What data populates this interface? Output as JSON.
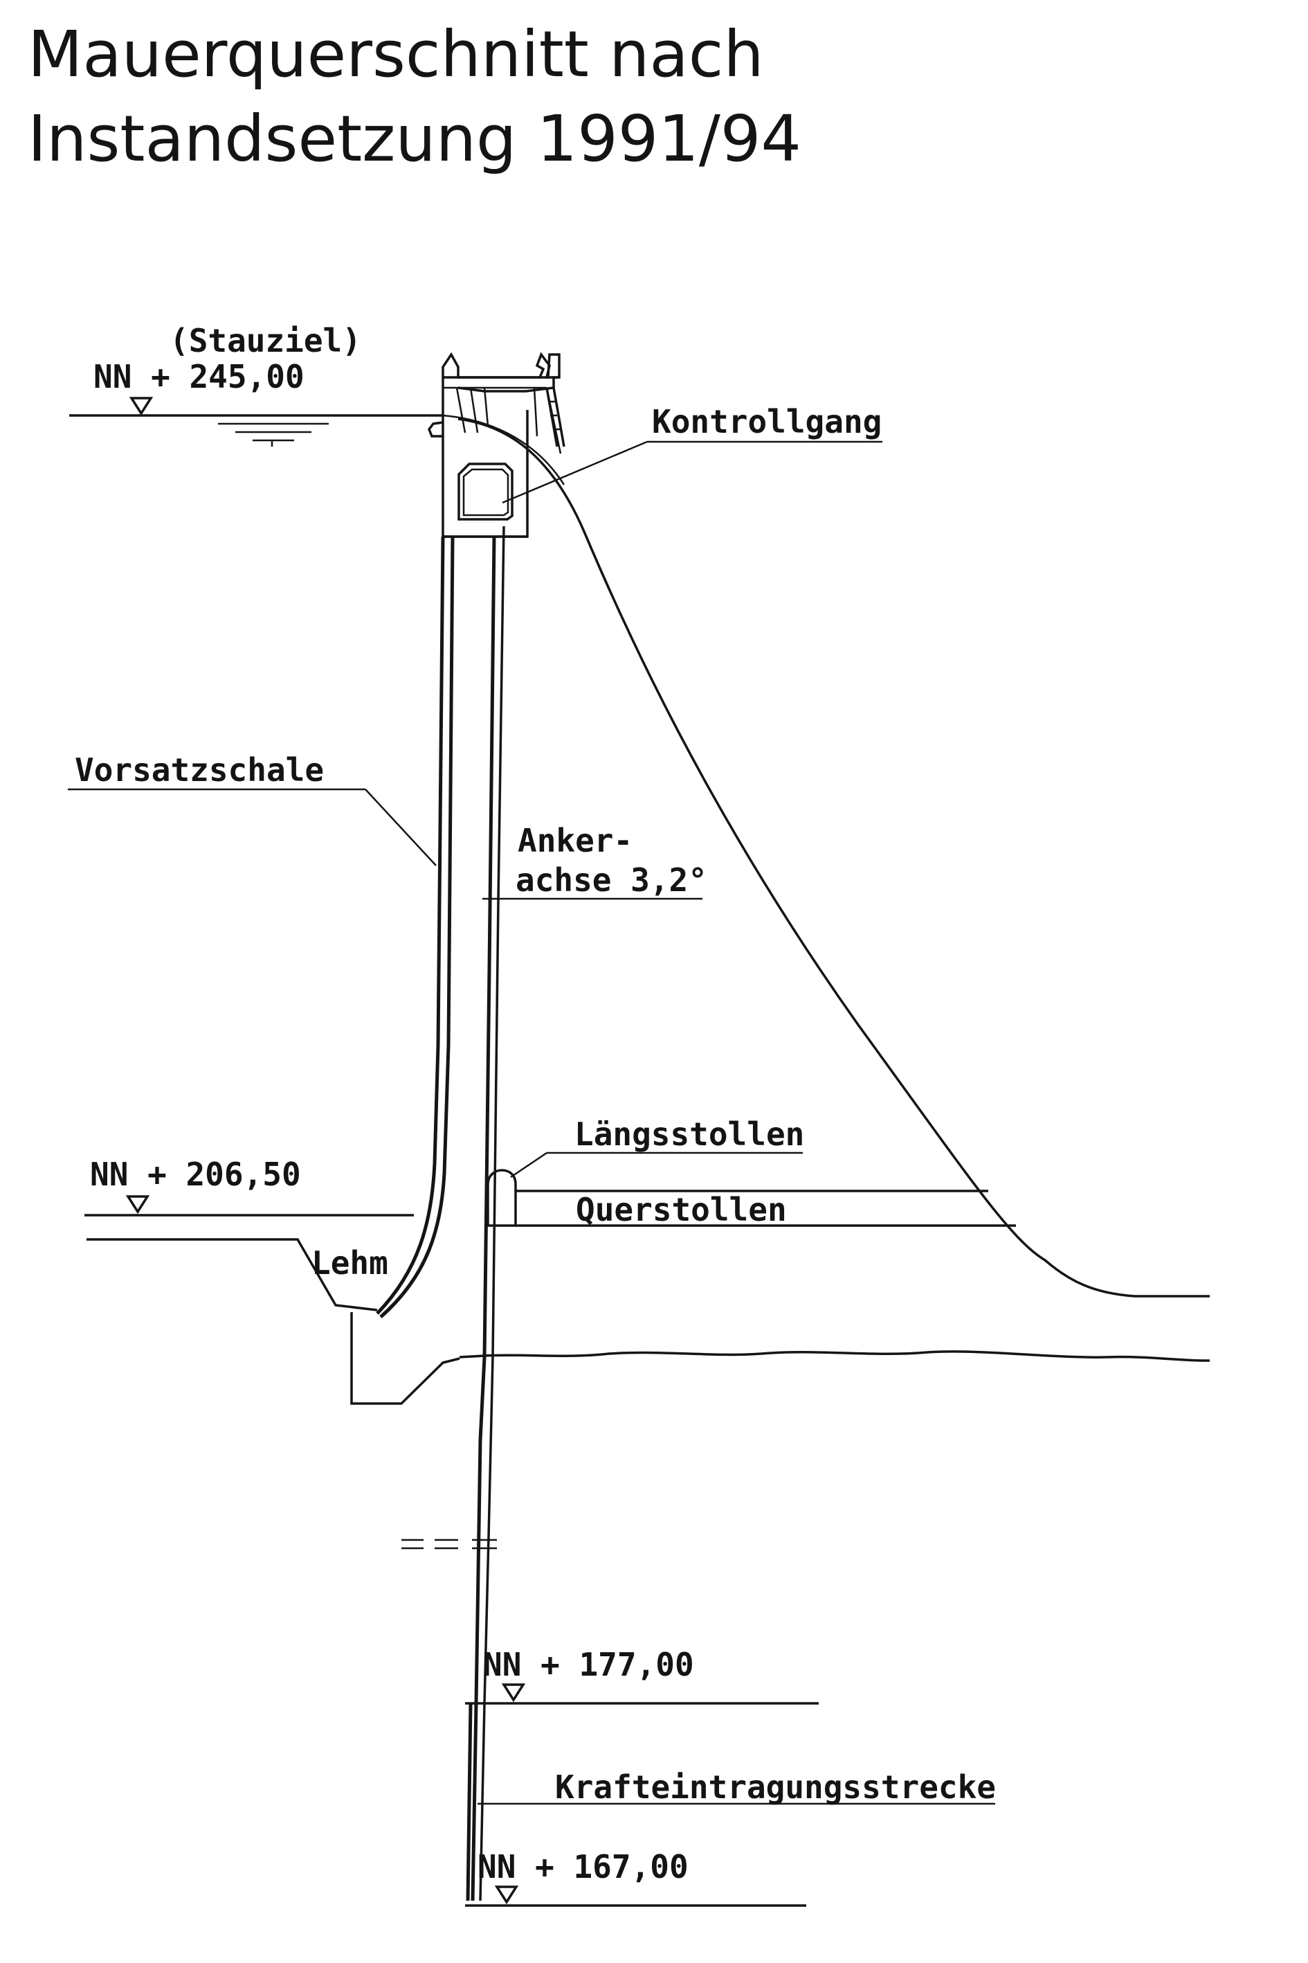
{
  "title": {
    "line1": "Mauerquerschnitt nach",
    "line2": "Instandsetzung 1991/94"
  },
  "labels": {
    "stauziel": "(Stauziel)",
    "level_245": "NN + 245,00",
    "kontrollgang": "Kontrollgang",
    "vorsatzschale": "Vorsatzschale",
    "anker_line1": "Anker-",
    "anker_line2": "achse 3,2°",
    "laengsstollen": "Längsstollen",
    "querstollen": "Querstollen",
    "level_206": "NN + 206,50",
    "lehm": "Lehm",
    "level_177": "NN + 177,00",
    "krafteintragung": "Krafteintragungsstrecke",
    "level_167": "NN + 167,00"
  }
}
